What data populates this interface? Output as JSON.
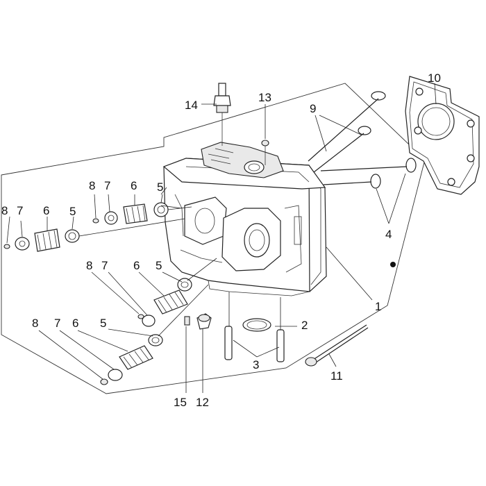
{
  "callouts": {
    "c1": "1",
    "c2": "2",
    "c3": "3",
    "c4": "4",
    "c5a": "5",
    "c5b": "5",
    "c5c": "5",
    "c5d": "5",
    "c6a": "6",
    "c6b": "6",
    "c6c": "6",
    "c6d": "6",
    "c7a": "7",
    "c7b": "7",
    "c7c": "7",
    "c7d": "7",
    "c8a": "8",
    "c8b": "8",
    "c8c": "8",
    "c8d": "8",
    "c9": "9",
    "c10": "10",
    "c11": "11",
    "c12": "12",
    "c13": "13",
    "c14": "14",
    "c15": "15"
  }
}
